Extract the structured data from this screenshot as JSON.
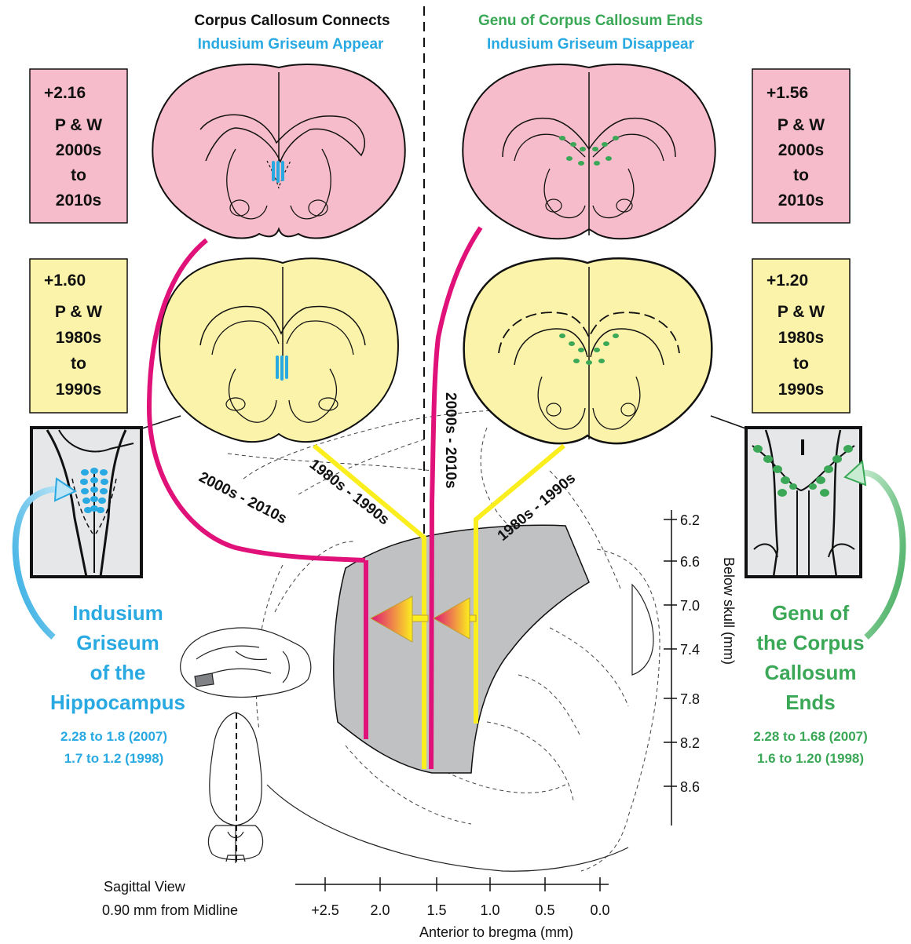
{
  "header": {
    "left_line1": "Corpus Callosum Connects",
    "left_line2": "Indusium Griseum Appear",
    "right_line1": "Genu of Corpus Callosum Ends",
    "right_line2": "Indusium Griseum Disappear"
  },
  "boxes": [
    {
      "lines": [
        "+2.16",
        "P & W",
        "2000s",
        "to",
        "2010s"
      ]
    },
    {
      "lines": [
        "+1.60",
        "P & W",
        "1980s",
        "to",
        "1990s"
      ]
    },
    {
      "lines": [
        "+1.56",
        "P & W",
        "2000s",
        "to",
        "2010s"
      ]
    },
    {
      "lines": [
        "+1.20",
        "P & W",
        "1980s",
        "to",
        "1990s"
      ]
    }
  ],
  "era_labels": {
    "left_magenta": "2000s - 2010s",
    "left_yellow": "1980s - 1990s",
    "middle_magenta": "2000s - 2010s",
    "right_yellow": "1980s - 1990s"
  },
  "left_feature": {
    "title": [
      "Indusium",
      "Griseum",
      "of the",
      "Hippocampus"
    ],
    "range1": "2.28 to 1.8 (2007)",
    "range2": "1.7 to 1.2 (1998)"
  },
  "right_feature": {
    "title": [
      "Genu of",
      "the Corpus",
      "Callosum",
      "Ends"
    ],
    "range1": "2.28 to 1.68 (2007)",
    "range2": "1.6 to 1.20 (1998)"
  },
  "sagittal": {
    "line1": "Sagittal View",
    "line2": "0.90 mm from Midline"
  },
  "axis_x": {
    "title": "Anterior to bregma (mm)",
    "ticks": [
      "+2.5",
      "2.0",
      "1.5",
      "1.0",
      "0.5",
      "0.0"
    ]
  },
  "axis_y": {
    "title": "Below skull (mm)",
    "ticks": [
      "6.2",
      "6.6",
      "7.0",
      "7.4",
      "7.8",
      "8.2",
      "8.6"
    ]
  },
  "colors": {
    "pink": "#f7bccb",
    "yellow": "#fbf3a9",
    "magenta": "#e0127a",
    "bright_yellow": "#fbee1e",
    "blue": "#28a9e1",
    "green": "#3aa856",
    "gray": "#c0c1c3"
  }
}
